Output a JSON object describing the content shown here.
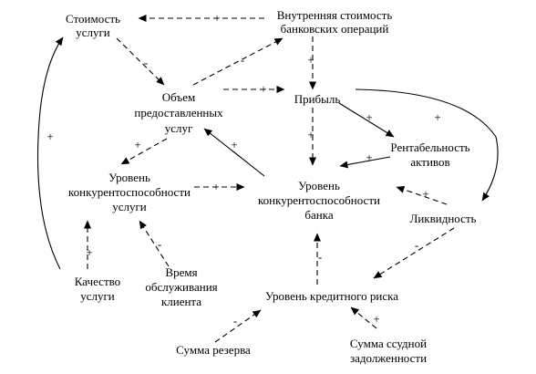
{
  "nodes": [
    {
      "id": "cost",
      "lines": [
        "Стоимость",
        "услуги"
      ]
    },
    {
      "id": "internal",
      "lines": [
        "Внутренняя стоимость",
        "банковских операций"
      ]
    },
    {
      "id": "volume",
      "lines": [
        "Объем",
        "предоставленных",
        "услуг"
      ]
    },
    {
      "id": "profit",
      "lines": [
        "Прибыль"
      ]
    },
    {
      "id": "profitability",
      "lines": [
        "Рентабельность",
        "активов"
      ]
    },
    {
      "id": "service_comp",
      "lines": [
        "Уровень",
        "конкурентоспособности",
        "услуги"
      ]
    },
    {
      "id": "bank_comp",
      "lines": [
        "Уровень",
        "конкурентоспособности",
        "банка"
      ]
    },
    {
      "id": "liquidity",
      "lines": [
        "Ликвидность"
      ]
    },
    {
      "id": "quality",
      "lines": [
        "Качество",
        "услуги"
      ]
    },
    {
      "id": "time",
      "lines": [
        "Время",
        "обслуживания",
        "клиента"
      ]
    },
    {
      "id": "credit_risk",
      "lines": [
        "Уровень кредитного риска"
      ]
    },
    {
      "id": "reserve",
      "lines": [
        "Сумма резерва"
      ]
    },
    {
      "id": "loan_debt",
      "lines": [
        "Сумма ссудной",
        "задолженности"
      ]
    }
  ],
  "edges": [
    {
      "id": "internal-to-cost",
      "from": "internal",
      "to": "cost",
      "sign": "+"
    },
    {
      "id": "cost-to-volume",
      "from": "cost",
      "to": "volume",
      "sign": "-"
    },
    {
      "id": "volume-to-internal",
      "from": "volume",
      "to": "internal",
      "sign": "-"
    },
    {
      "id": "internal-to-profit",
      "from": "internal",
      "to": "profit",
      "sign": "+"
    },
    {
      "id": "volume-to-profit",
      "from": "volume",
      "to": "profit",
      "sign": "+"
    },
    {
      "id": "profit-to-profitability",
      "from": "profit",
      "to": "profitability",
      "sign": "+"
    },
    {
      "id": "profit-to-bank-comp",
      "from": "profit",
      "to": "bank_comp",
      "sign": "+"
    },
    {
      "id": "profitability-to-bank-comp",
      "from": "profitability",
      "to": "bank_comp",
      "sign": "+"
    },
    {
      "id": "profit-to-liquidity",
      "from": "profit",
      "to": "liquidity",
      "sign": "+"
    },
    {
      "id": "liquidity-to-bank-comp",
      "from": "liquidity",
      "to": "bank_comp",
      "sign": "+"
    },
    {
      "id": "liquidity-to-credit-risk",
      "from": "liquidity",
      "to": "credit_risk",
      "sign": "-"
    },
    {
      "id": "credit-risk-to-bank-comp",
      "from": "credit_risk",
      "to": "bank_comp",
      "sign": "-"
    },
    {
      "id": "bank-comp-to-volume",
      "from": "bank_comp",
      "to": "volume",
      "sign": "+"
    },
    {
      "id": "volume-to-service-comp",
      "from": "volume",
      "to": "service_comp",
      "sign": "+"
    },
    {
      "id": "service-comp-to-bank-comp",
      "from": "service_comp",
      "to": "bank_comp",
      "sign": "+"
    },
    {
      "id": "quality-to-service-comp",
      "from": "quality",
      "to": "service_comp",
      "sign": "+"
    },
    {
      "id": "time-to-service-comp",
      "from": "time",
      "to": "service_comp",
      "sign": "-"
    },
    {
      "id": "quality-to-cost",
      "from": "quality",
      "to": "cost",
      "sign": "+"
    },
    {
      "id": "reserve-to-credit-risk",
      "from": "reserve",
      "to": "credit_risk",
      "sign": "-"
    },
    {
      "id": "loan-debt-to-credit-risk",
      "from": "loan_debt",
      "to": "credit_risk",
      "sign": "+"
    }
  ]
}
